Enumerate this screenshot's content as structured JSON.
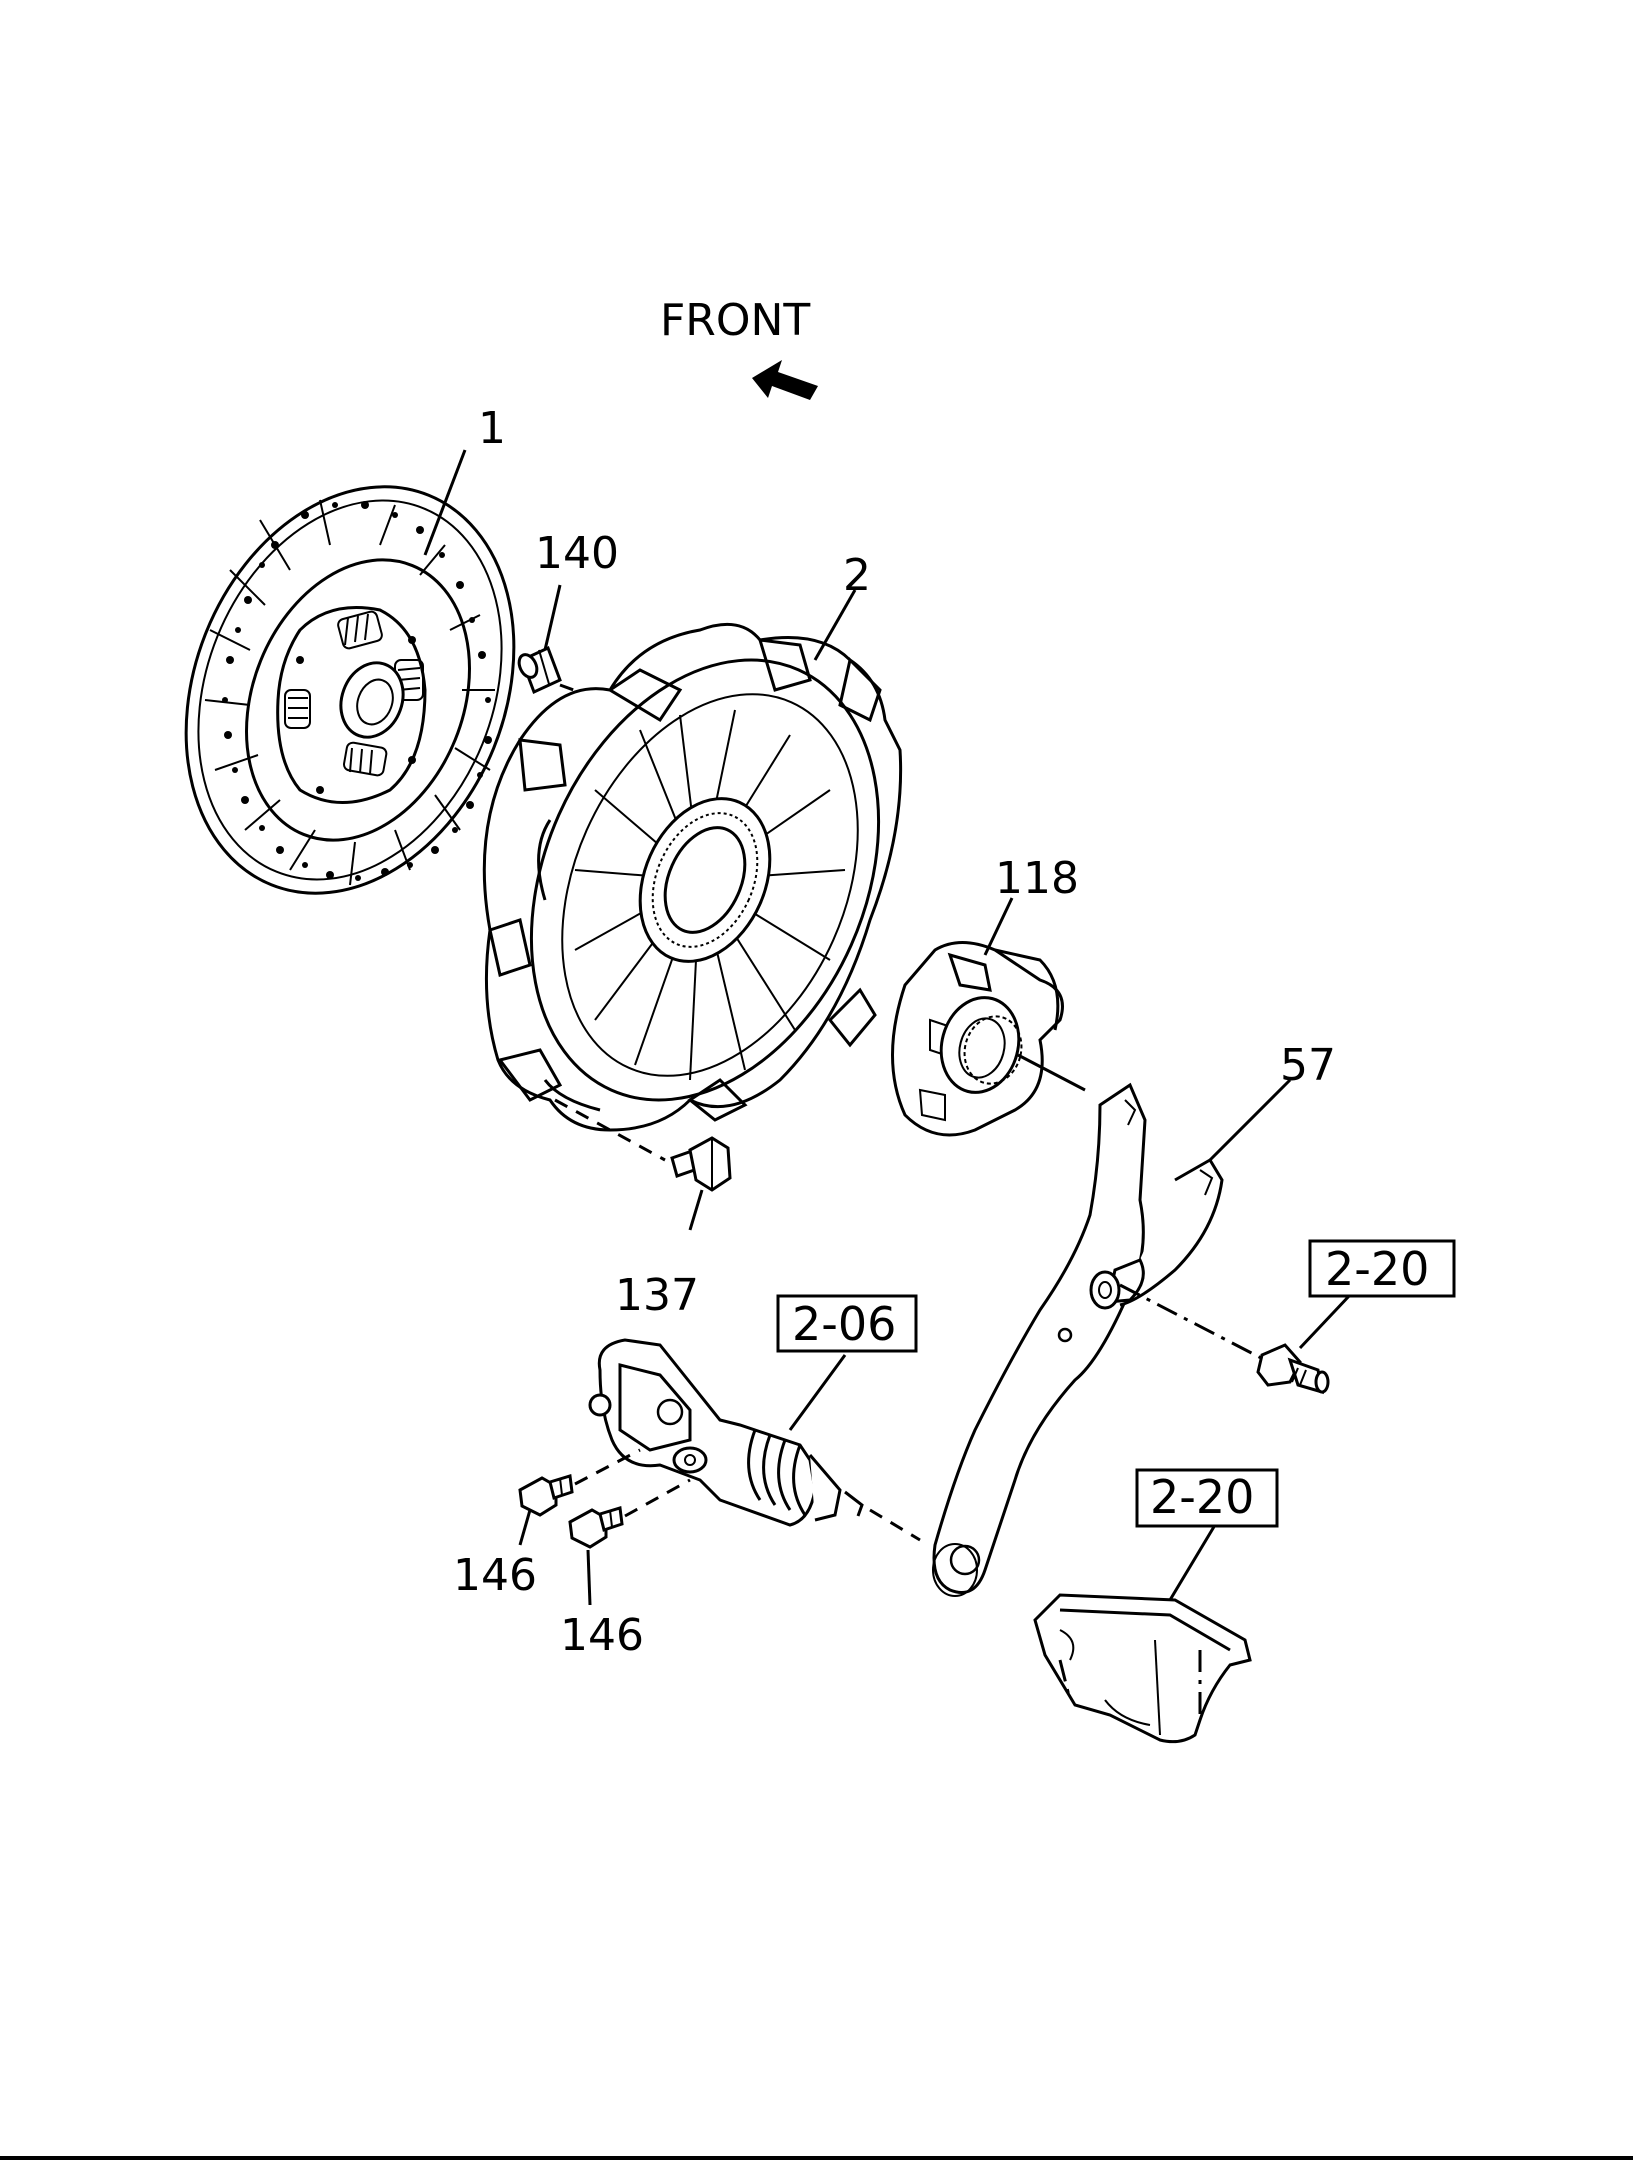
{
  "direction_label": "FRONT",
  "callouts": {
    "c1": "1",
    "c2": "2",
    "c57": "57",
    "c118": "118",
    "c137": "137",
    "c140": "140",
    "c146a": "146",
    "c146b": "146"
  },
  "references": {
    "ref_206": "2-06",
    "ref_220a": "2-20",
    "ref_220b": "2-20"
  }
}
